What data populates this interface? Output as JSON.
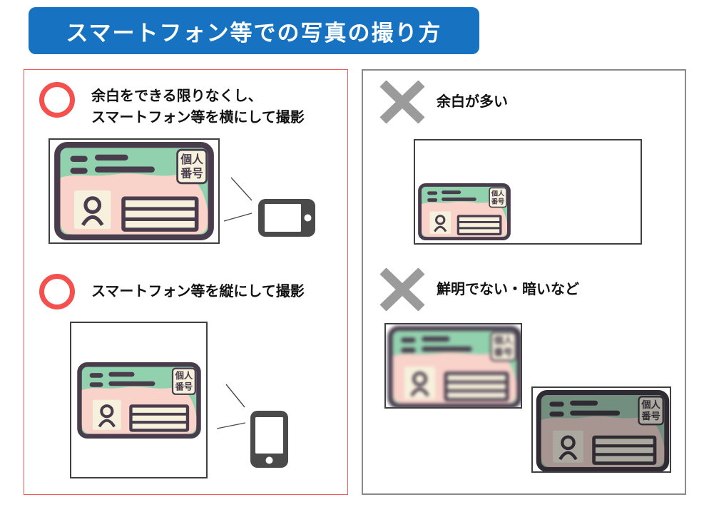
{
  "title": "スマートフォン等での写真の撮り方",
  "good_examples": {
    "item1": {
      "mark": "circle",
      "label_line1": "余白をできる限りなくし、",
      "label_line2": "スマートフォン等を横にして撮影"
    },
    "item2": {
      "mark": "circle",
      "label": "スマートフォン等を縦にして撮影"
    }
  },
  "bad_examples": {
    "item1": {
      "mark": "x",
      "label": "余白が多い"
    },
    "item2": {
      "mark": "x",
      "label": "鮮明でない・暗いなど"
    }
  },
  "card": {
    "badge_line1": "個人",
    "badge_line2": "番号"
  },
  "colors": {
    "banner_blue": "#1773C1",
    "good_mark_red": "#F4504D",
    "bad_mark_gray": "#9B9B9B",
    "good_panel_border": "#F15B5B",
    "bad_panel_border": "#8A8A8A",
    "card_green": "#92D1AE",
    "card_pink": "#F9D2CA",
    "card_outline": "#483C4D",
    "card_cream": "#F6F1DC",
    "phone_gray": "#4A4A4A",
    "frame_border": "#3F3F3F"
  }
}
